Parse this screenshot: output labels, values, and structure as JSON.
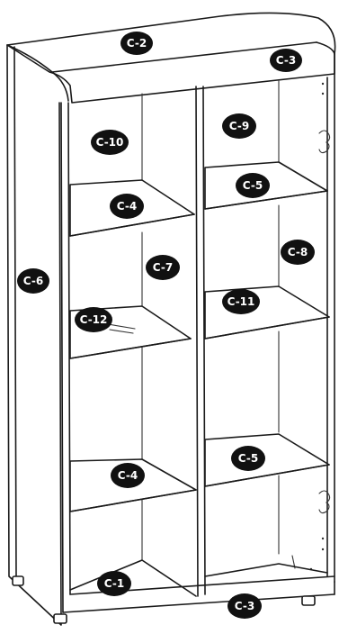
{
  "labels": {
    "c1": "C-1",
    "c2": "C-2",
    "c3_top": "C-3",
    "c3_bottom": "C-3",
    "c4_upper": "C-4",
    "c4_lower": "C-4",
    "c5_upper": "C-5",
    "c5_lower": "C-5",
    "c6": "C-6",
    "c7": "C-7",
    "c8": "C-8",
    "c9": "C-9",
    "c10": "C-10",
    "c11": "C-11",
    "c12": "C-12"
  },
  "colors": {
    "line": "#1a1a1a",
    "badge": "#111111",
    "badge_text": "#ffffff",
    "background": "#ffffff"
  }
}
